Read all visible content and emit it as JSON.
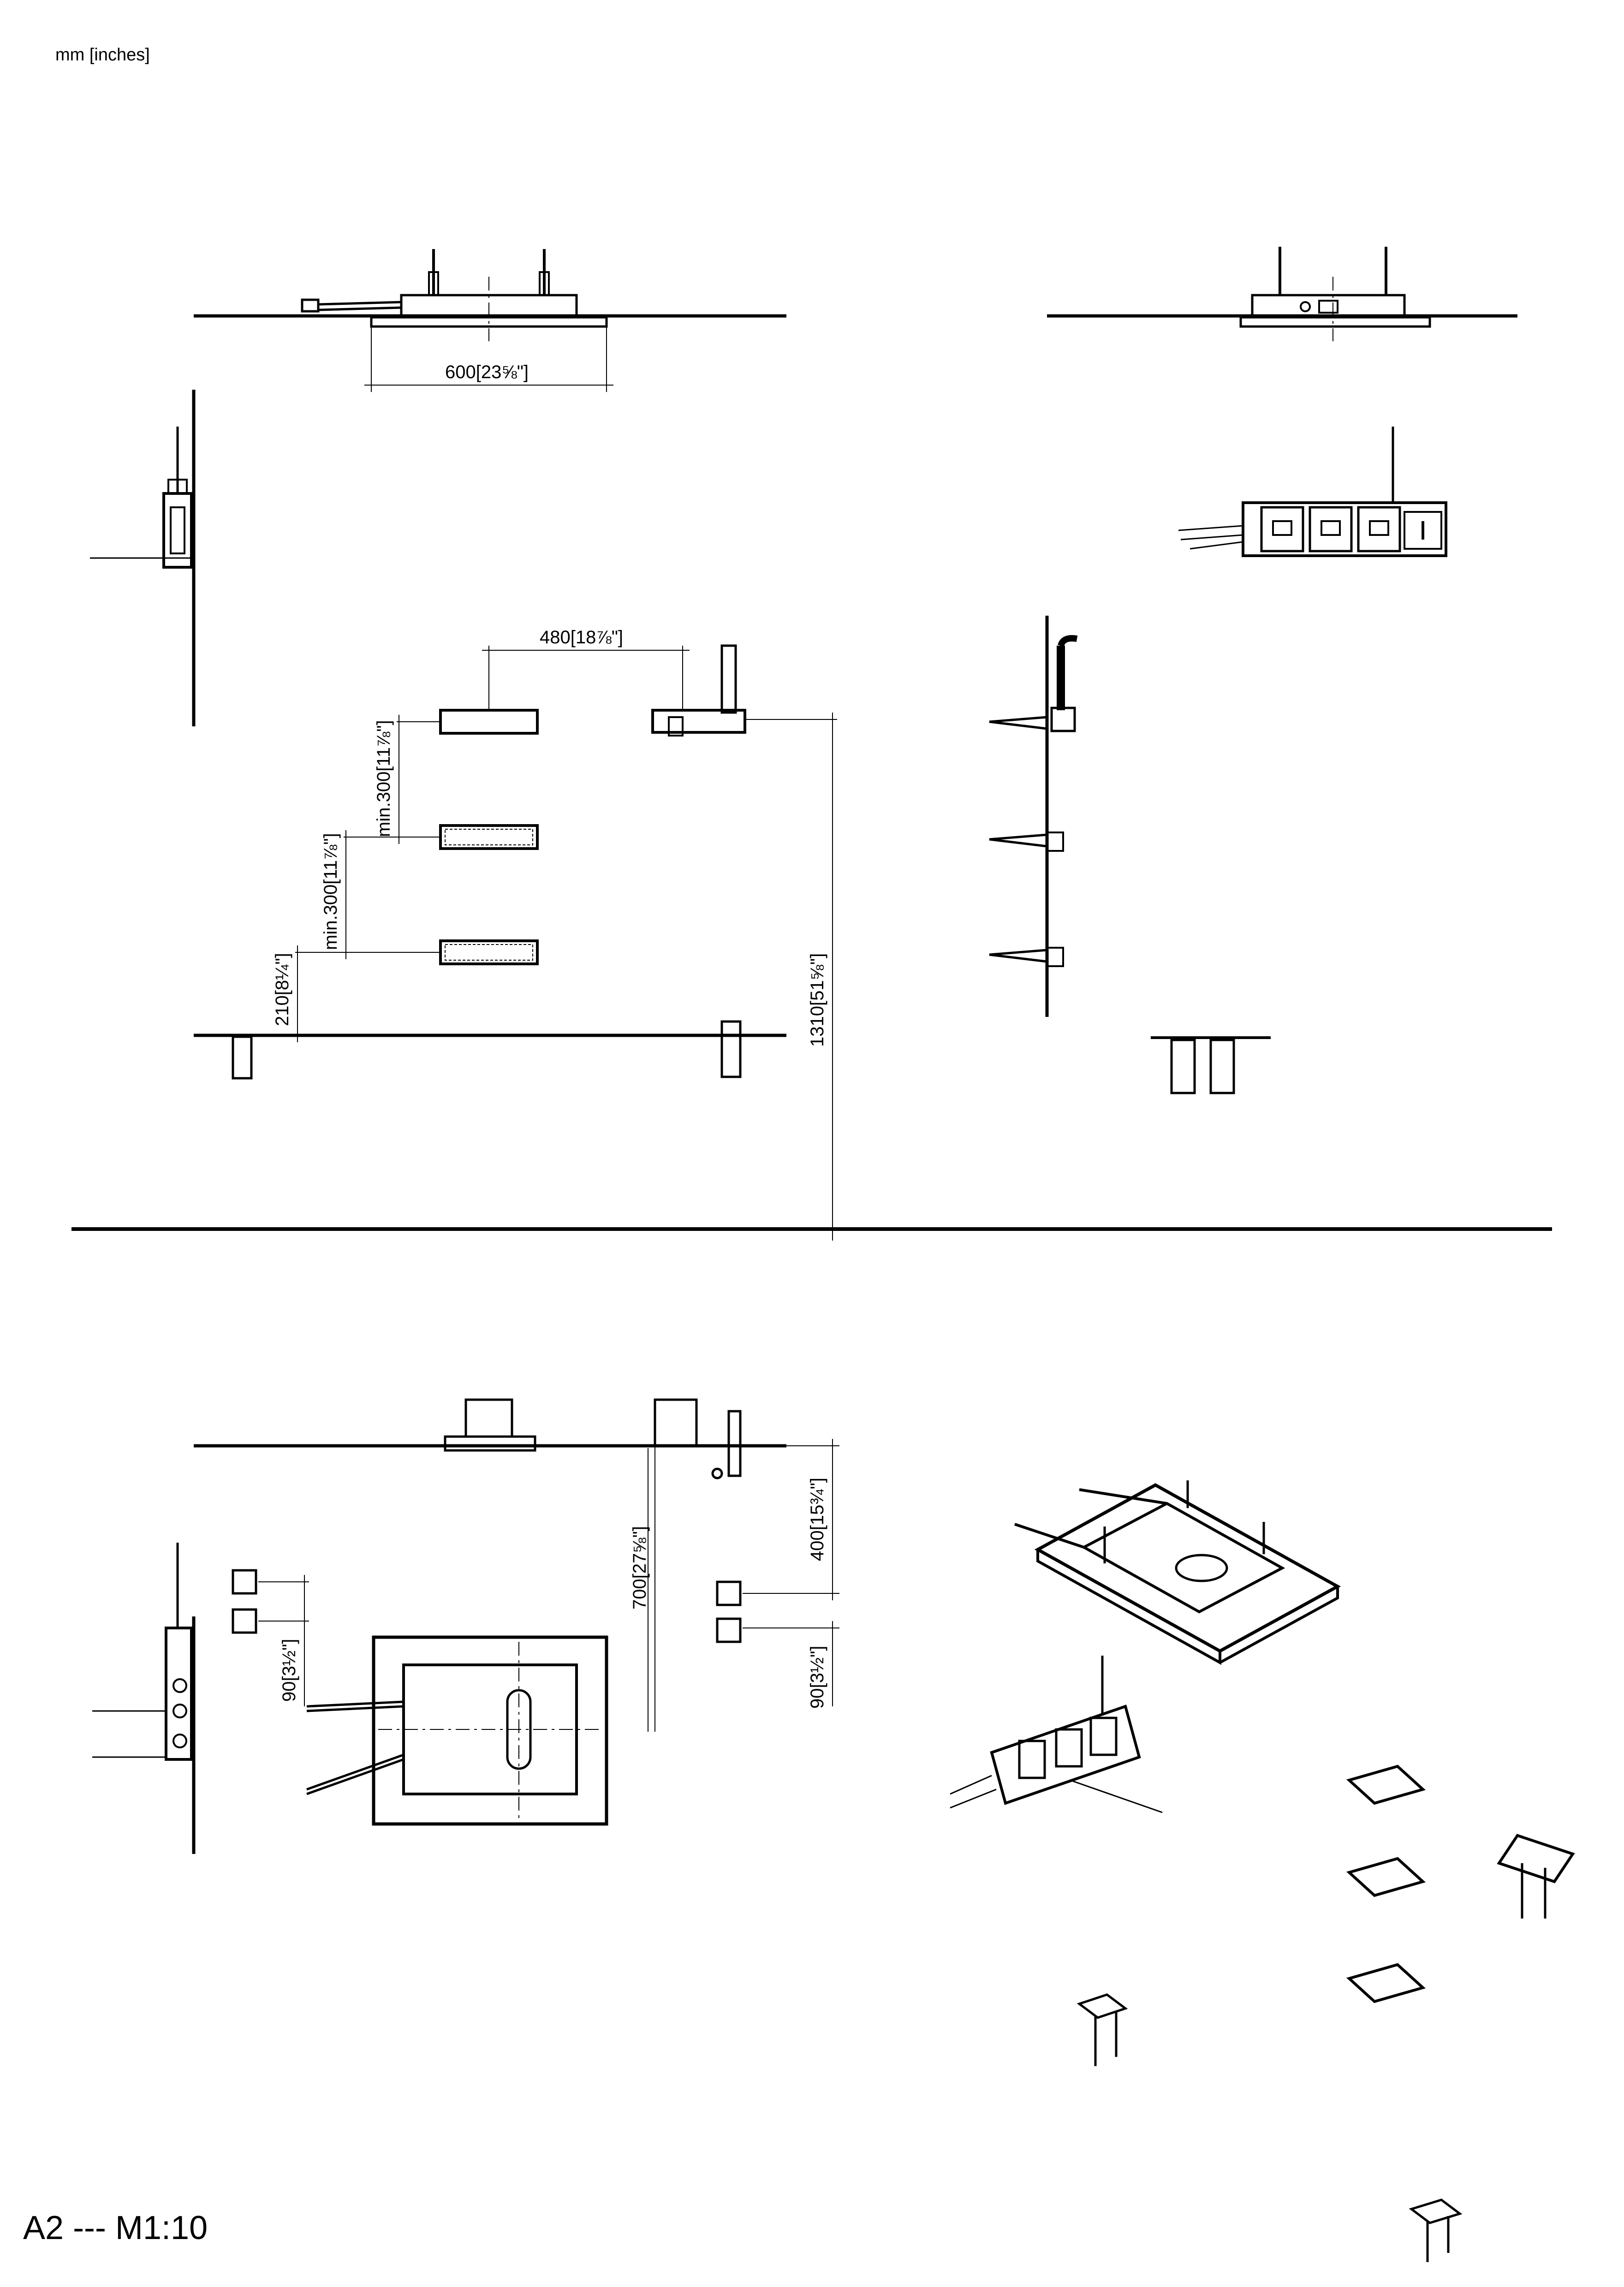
{
  "header": {
    "units": "mm [inches]"
  },
  "footer": {
    "sheet_scale": "A2 --- M1:10"
  },
  "dimensions": {
    "d600": "600[23⅝\"]",
    "d480": "480[18⅞\"]",
    "d300a": "min.300[11⅞\"]",
    "d300b": "min.300[11⅞\"]",
    "d210": "210[8¼\"]",
    "d1310": "1310[51⅝\"]",
    "d700": "700[27⅝\"]",
    "d400": "400[15¾\"]",
    "d90a": "90[3½\"]",
    "d90b": "90[3½\"]"
  }
}
